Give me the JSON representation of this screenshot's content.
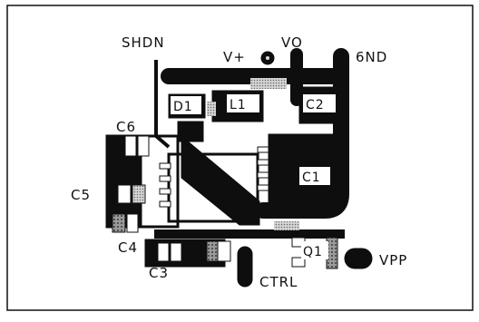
{
  "labels": {
    "shdn": "SHDN",
    "vplus": "V+",
    "vo": "VO",
    "gnd": "6ND",
    "c6": "C6",
    "c5": "C5",
    "c4": "C4",
    "c3": "C3",
    "ctrl": "CTRL",
    "vpp": "VPP"
  },
  "refdes": {
    "d1": "D1",
    "l1": "L1",
    "c2": "C2",
    "c1": "C1",
    "q1": "Q1"
  },
  "colors": {
    "copper": "#0e0e0e",
    "pad": "#8c8c8c",
    "pad_light": "#c9c9c9",
    "board_line": "#111111"
  }
}
